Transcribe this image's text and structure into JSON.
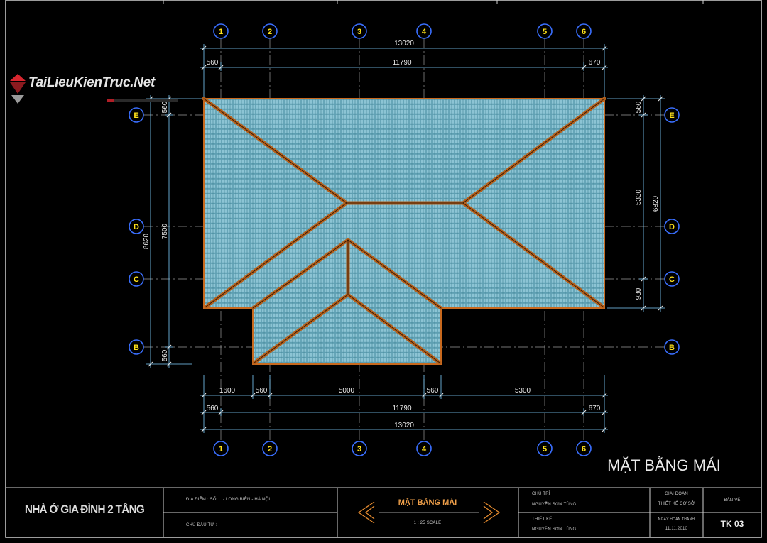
{
  "watermark": {
    "text": "TaiLieuKienTruc.Net"
  },
  "drawing": {
    "heading": "MẶT BẰNG  MÁI",
    "grid_columns": [
      "1",
      "2",
      "3",
      "4",
      "5",
      "6"
    ],
    "grid_rows": [
      "E",
      "D",
      "C",
      "B"
    ],
    "dims_top": {
      "overall": "13020",
      "left_offset": "560",
      "middle": "11790",
      "right_offset": "670"
    },
    "dims_bottom": {
      "segments": [
        "1600",
        "560",
        "5000",
        "560",
        "5300"
      ],
      "left_offset": "560",
      "middle": "11790",
      "right_offset": "670",
      "overall": "13020"
    },
    "dims_left": {
      "overall": "8620",
      "sub": "7500",
      "top_offset": "560",
      "bottom_offset": "560"
    },
    "dims_right": {
      "top": "560",
      "middle": "5330",
      "overall": "6820",
      "bottom": "930"
    },
    "colors": {
      "roof_fill": "#7ab6c8",
      "ridge": "#c8691e",
      "dim_line": "#7fd0ff",
      "grid_line": "#aaaaaa",
      "bubble": "#3a6fff"
    }
  },
  "title_block": {
    "project_name": "NHÀ Ở GIA ĐÌNH 2 TẦNG",
    "location": "ĐỊA ĐIỂM : SỐ ... - LONG BIÊN - HÀ NỘI",
    "owner": "CHỦ ĐẦU TƯ :",
    "sheet_title": "MẶT BẰNG MÁI",
    "scale": "1 : 25 SCALE",
    "chu_tri_label": "CHỦ TRÌ",
    "chu_tri_name": "NGUYỄN SƠN TÙNG",
    "thiet_ke_label": "THIẾT KẾ",
    "thiet_ke_name": "NGUYỄN SƠN TÙNG",
    "phase_label": "GIAI ĐOẠN",
    "phase_value": "THIẾT KẾ CƠ SỞ",
    "date_label": "NGÀY HOÀN THÀNH",
    "date_value": "11.11.2010",
    "sheet_label": "BẢN VẼ",
    "sheet_no": "TK 03"
  }
}
